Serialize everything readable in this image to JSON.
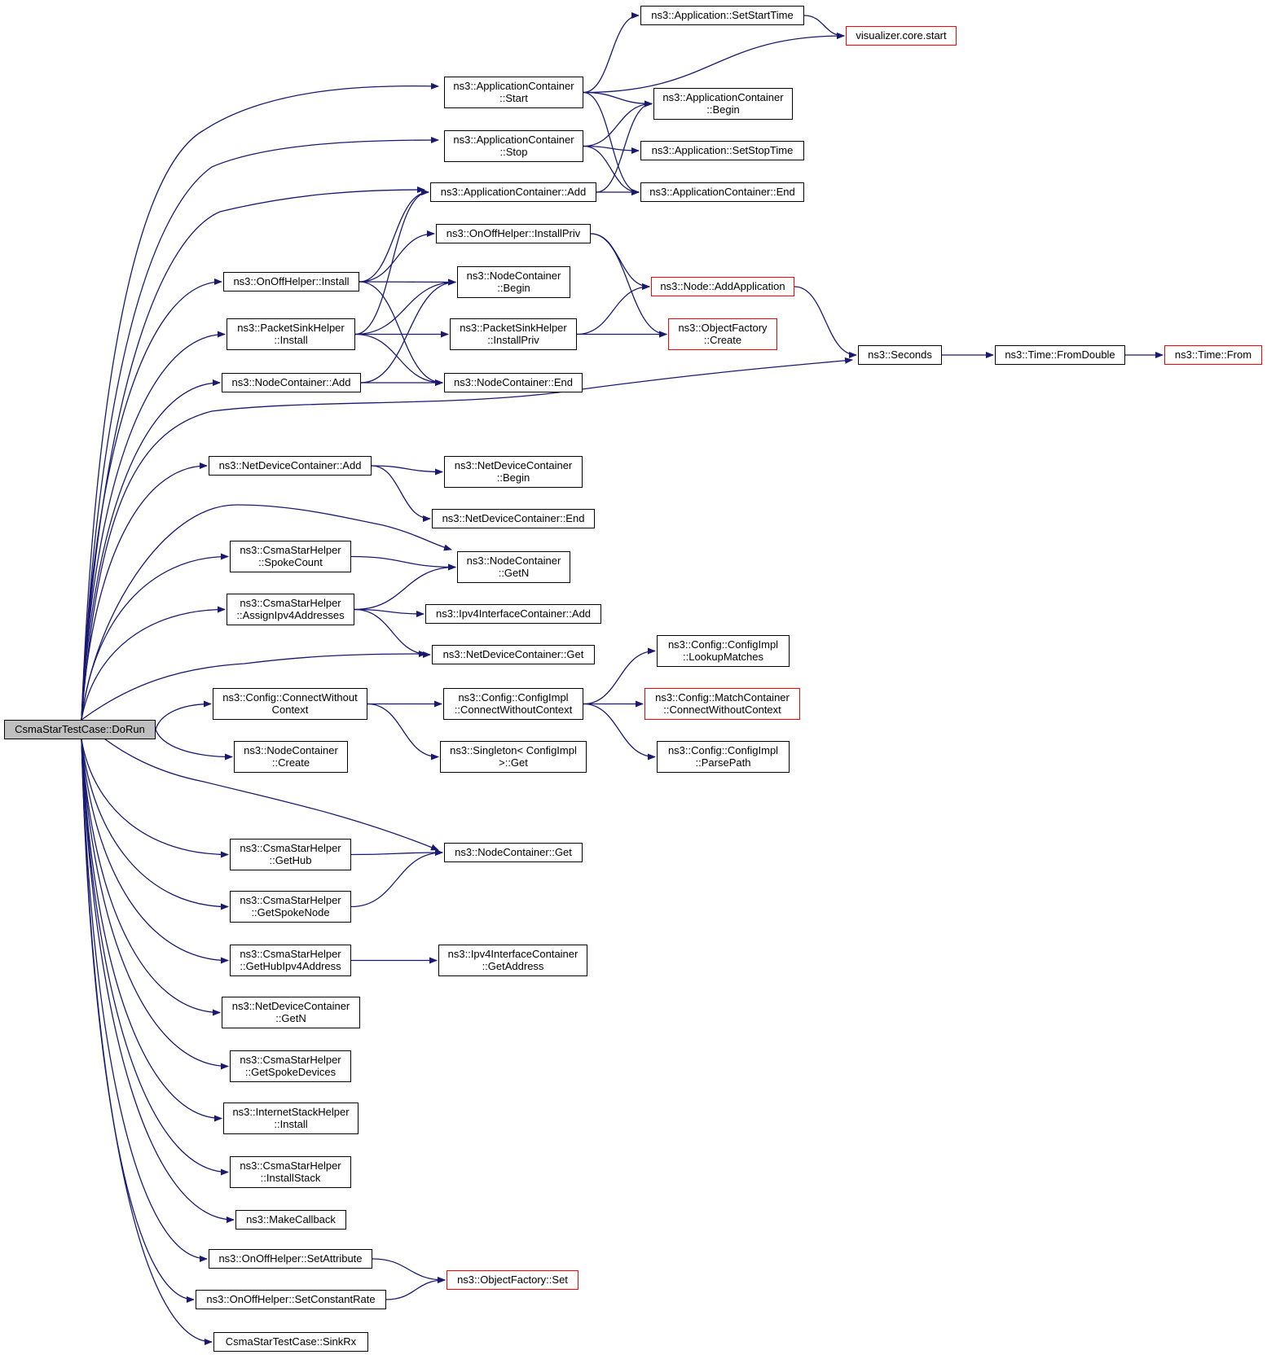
{
  "colors": {
    "edge": "#191970",
    "node_border": "#000000",
    "node_incomplete_border": "#ff0000",
    "root_fill": "#bfbfbf",
    "background": "#ffffff"
  },
  "nodes": {
    "dorun": {
      "lines": [
        "CsmaStarTestCase::DoRun"
      ],
      "root": true
    },
    "setstarttime": {
      "lines": [
        "ns3::Application::SetStartTime"
      ]
    },
    "vizstart": {
      "lines": [
        "visualizer.core.start"
      ],
      "incomplete": true
    },
    "ac_start": {
      "lines": [
        "ns3::ApplicationContainer",
        "::Start"
      ]
    },
    "ac_begin": {
      "lines": [
        "ns3::ApplicationContainer",
        "::Begin"
      ]
    },
    "ac_stop": {
      "lines": [
        "ns3::ApplicationContainer",
        "::Stop"
      ]
    },
    "setstoptime": {
      "lines": [
        "ns3::Application::SetStopTime"
      ]
    },
    "ac_add": {
      "lines": [
        "ns3::ApplicationContainer::Add"
      ]
    },
    "ac_end": {
      "lines": [
        "ns3::ApplicationContainer::End"
      ]
    },
    "onoff_installpriv": {
      "lines": [
        "ns3::OnOffHelper::InstallPriv"
      ]
    },
    "onoff_install": {
      "lines": [
        "ns3::OnOffHelper::Install"
      ]
    },
    "nc_begin": {
      "lines": [
        "ns3::NodeContainer",
        "::Begin"
      ]
    },
    "node_addapp": {
      "lines": [
        "ns3::Node::AddApplication"
      ],
      "incomplete": true
    },
    "ps_install": {
      "lines": [
        "ns3::PacketSinkHelper",
        "::Install"
      ]
    },
    "ps_installpriv": {
      "lines": [
        "ns3::PacketSinkHelper",
        "::InstallPriv"
      ]
    },
    "of_create": {
      "lines": [
        "ns3::ObjectFactory",
        "::Create"
      ],
      "incomplete": true
    },
    "seconds": {
      "lines": [
        "ns3::Seconds"
      ]
    },
    "fromdouble": {
      "lines": [
        "ns3::Time::FromDouble"
      ]
    },
    "time_from": {
      "lines": [
        "ns3::Time::From"
      ],
      "incomplete": true
    },
    "nc_add": {
      "lines": [
        "ns3::NodeContainer::Add"
      ]
    },
    "nc_end": {
      "lines": [
        "ns3::NodeContainer::End"
      ]
    },
    "ndc_add": {
      "lines": [
        "ns3::NetDeviceContainer::Add"
      ]
    },
    "ndc_begin": {
      "lines": [
        "ns3::NetDeviceContainer",
        "::Begin"
      ]
    },
    "ndc_end": {
      "lines": [
        "ns3::NetDeviceContainer::End"
      ]
    },
    "csh_spokecount": {
      "lines": [
        "ns3::CsmaStarHelper",
        "::SpokeCount"
      ]
    },
    "nc_getn": {
      "lines": [
        "ns3::NodeContainer",
        "::GetN"
      ]
    },
    "csh_assign": {
      "lines": [
        "ns3::CsmaStarHelper",
        "::AssignIpv4Addresses"
      ]
    },
    "ipv4ic_add": {
      "lines": [
        "ns3::Ipv4InterfaceContainer::Add"
      ]
    },
    "ndc_get": {
      "lines": [
        "ns3::NetDeviceContainer::Get"
      ]
    },
    "lookupmatches": {
      "lines": [
        "ns3::Config::ConfigImpl",
        "::LookupMatches"
      ]
    },
    "cfg_connect": {
      "lines": [
        "ns3::Config::ConnectWithout",
        "Context"
      ]
    },
    "cfgimpl_connect": {
      "lines": [
        "ns3::Config::ConfigImpl",
        "::ConnectWithoutContext"
      ]
    },
    "matchcontainer": {
      "lines": [
        "ns3::Config::MatchContainer",
        "::ConnectWithoutContext"
      ],
      "incomplete": true
    },
    "nc_create": {
      "lines": [
        "ns3::NodeContainer",
        "::Create"
      ]
    },
    "singleton_get": {
      "lines": [
        "ns3::Singleton< ConfigImpl",
        " >::Get"
      ]
    },
    "parsepath": {
      "lines": [
        "ns3::Config::ConfigImpl",
        "::ParsePath"
      ]
    },
    "csh_gethub": {
      "lines": [
        "ns3::CsmaStarHelper",
        "::GetHub"
      ]
    },
    "nc_get": {
      "lines": [
        "ns3::NodeContainer::Get"
      ]
    },
    "csh_getspokenode": {
      "lines": [
        "ns3::CsmaStarHelper",
        "::GetSpokeNode"
      ]
    },
    "csh_gethubipv4": {
      "lines": [
        "ns3::CsmaStarHelper",
        "::GetHubIpv4Address"
      ]
    },
    "ipv4ic_getaddr": {
      "lines": [
        "ns3::Ipv4InterfaceContainer",
        "::GetAddress"
      ]
    },
    "ndc_getn": {
      "lines": [
        "ns3::NetDeviceContainer",
        "::GetN"
      ]
    },
    "csh_getspokedev": {
      "lines": [
        "ns3::CsmaStarHelper",
        "::GetSpokeDevices"
      ]
    },
    "ish_install": {
      "lines": [
        "ns3::InternetStackHelper",
        "::Install"
      ]
    },
    "csh_installstack": {
      "lines": [
        "ns3::CsmaStarHelper",
        "::InstallStack"
      ]
    },
    "makecallback": {
      "lines": [
        "ns3::MakeCallback"
      ]
    },
    "onoff_setattr": {
      "lines": [
        "ns3::OnOffHelper::SetAttribute"
      ]
    },
    "of_set": {
      "lines": [
        "ns3::ObjectFactory::Set"
      ],
      "incomplete": true
    },
    "onoff_setrate": {
      "lines": [
        "ns3::OnOffHelper::SetConstantRate"
      ]
    },
    "sinkrx": {
      "lines": [
        "CsmaStarTestCase::SinkRx"
      ]
    }
  },
  "edges": [
    [
      "dorun",
      "ac_start"
    ],
    [
      "dorun",
      "ac_stop"
    ],
    [
      "dorun",
      "ac_add"
    ],
    [
      "dorun",
      "onoff_install"
    ],
    [
      "dorun",
      "ps_install"
    ],
    [
      "dorun",
      "nc_add"
    ],
    [
      "dorun",
      "seconds"
    ],
    [
      "dorun",
      "ndc_add"
    ],
    [
      "dorun",
      "nc_getn"
    ],
    [
      "dorun",
      "csh_spokecount"
    ],
    [
      "dorun",
      "csh_assign"
    ],
    [
      "dorun",
      "ndc_get"
    ],
    [
      "dorun",
      "cfg_connect"
    ],
    [
      "dorun",
      "nc_create"
    ],
    [
      "dorun",
      "nc_get"
    ],
    [
      "dorun",
      "csh_gethub"
    ],
    [
      "dorun",
      "csh_getspokenode"
    ],
    [
      "dorun",
      "csh_gethubipv4"
    ],
    [
      "dorun",
      "ndc_getn"
    ],
    [
      "dorun",
      "csh_getspokedev"
    ],
    [
      "dorun",
      "ish_install"
    ],
    [
      "dorun",
      "csh_installstack"
    ],
    [
      "dorun",
      "makecallback"
    ],
    [
      "dorun",
      "onoff_setattr"
    ],
    [
      "dorun",
      "onoff_setrate"
    ],
    [
      "dorun",
      "sinkrx"
    ],
    [
      "ac_start",
      "setstarttime"
    ],
    [
      "ac_start",
      "vizstart"
    ],
    [
      "ac_start",
      "ac_begin"
    ],
    [
      "ac_start",
      "ac_end"
    ],
    [
      "setstarttime",
      "vizstart"
    ],
    [
      "ac_stop",
      "ac_begin"
    ],
    [
      "ac_stop",
      "setstoptime"
    ],
    [
      "ac_stop",
      "ac_end"
    ],
    [
      "ac_add",
      "ac_begin"
    ],
    [
      "ac_add",
      "ac_end"
    ],
    [
      "onoff_install",
      "ac_add"
    ],
    [
      "onoff_install",
      "onoff_installpriv"
    ],
    [
      "onoff_install",
      "nc_begin"
    ],
    [
      "onoff_install",
      "nc_end"
    ],
    [
      "onoff_installpriv",
      "node_addapp"
    ],
    [
      "onoff_installpriv",
      "of_create"
    ],
    [
      "ps_install",
      "ac_add"
    ],
    [
      "ps_install",
      "nc_begin"
    ],
    [
      "ps_install",
      "ps_installpriv"
    ],
    [
      "ps_install",
      "nc_end"
    ],
    [
      "ps_installpriv",
      "node_addapp"
    ],
    [
      "ps_installpriv",
      "of_create"
    ],
    [
      "node_addapp",
      "seconds"
    ],
    [
      "seconds",
      "fromdouble"
    ],
    [
      "fromdouble",
      "time_from"
    ],
    [
      "nc_add",
      "nc_begin"
    ],
    [
      "nc_add",
      "nc_end"
    ],
    [
      "ndc_add",
      "ndc_begin"
    ],
    [
      "ndc_add",
      "ndc_end"
    ],
    [
      "csh_spokecount",
      "nc_getn"
    ],
    [
      "csh_assign",
      "nc_getn"
    ],
    [
      "csh_assign",
      "ipv4ic_add"
    ],
    [
      "csh_assign",
      "ndc_get"
    ],
    [
      "cfg_connect",
      "cfgimpl_connect"
    ],
    [
      "cfg_connect",
      "singleton_get"
    ],
    [
      "cfgimpl_connect",
      "lookupmatches"
    ],
    [
      "cfgimpl_connect",
      "matchcontainer"
    ],
    [
      "cfgimpl_connect",
      "parsepath"
    ],
    [
      "csh_gethub",
      "nc_get"
    ],
    [
      "csh_getspokenode",
      "nc_get"
    ],
    [
      "csh_gethubipv4",
      "ipv4ic_getaddr"
    ],
    [
      "onoff_setattr",
      "of_set"
    ],
    [
      "onoff_setrate",
      "of_set"
    ]
  ]
}
